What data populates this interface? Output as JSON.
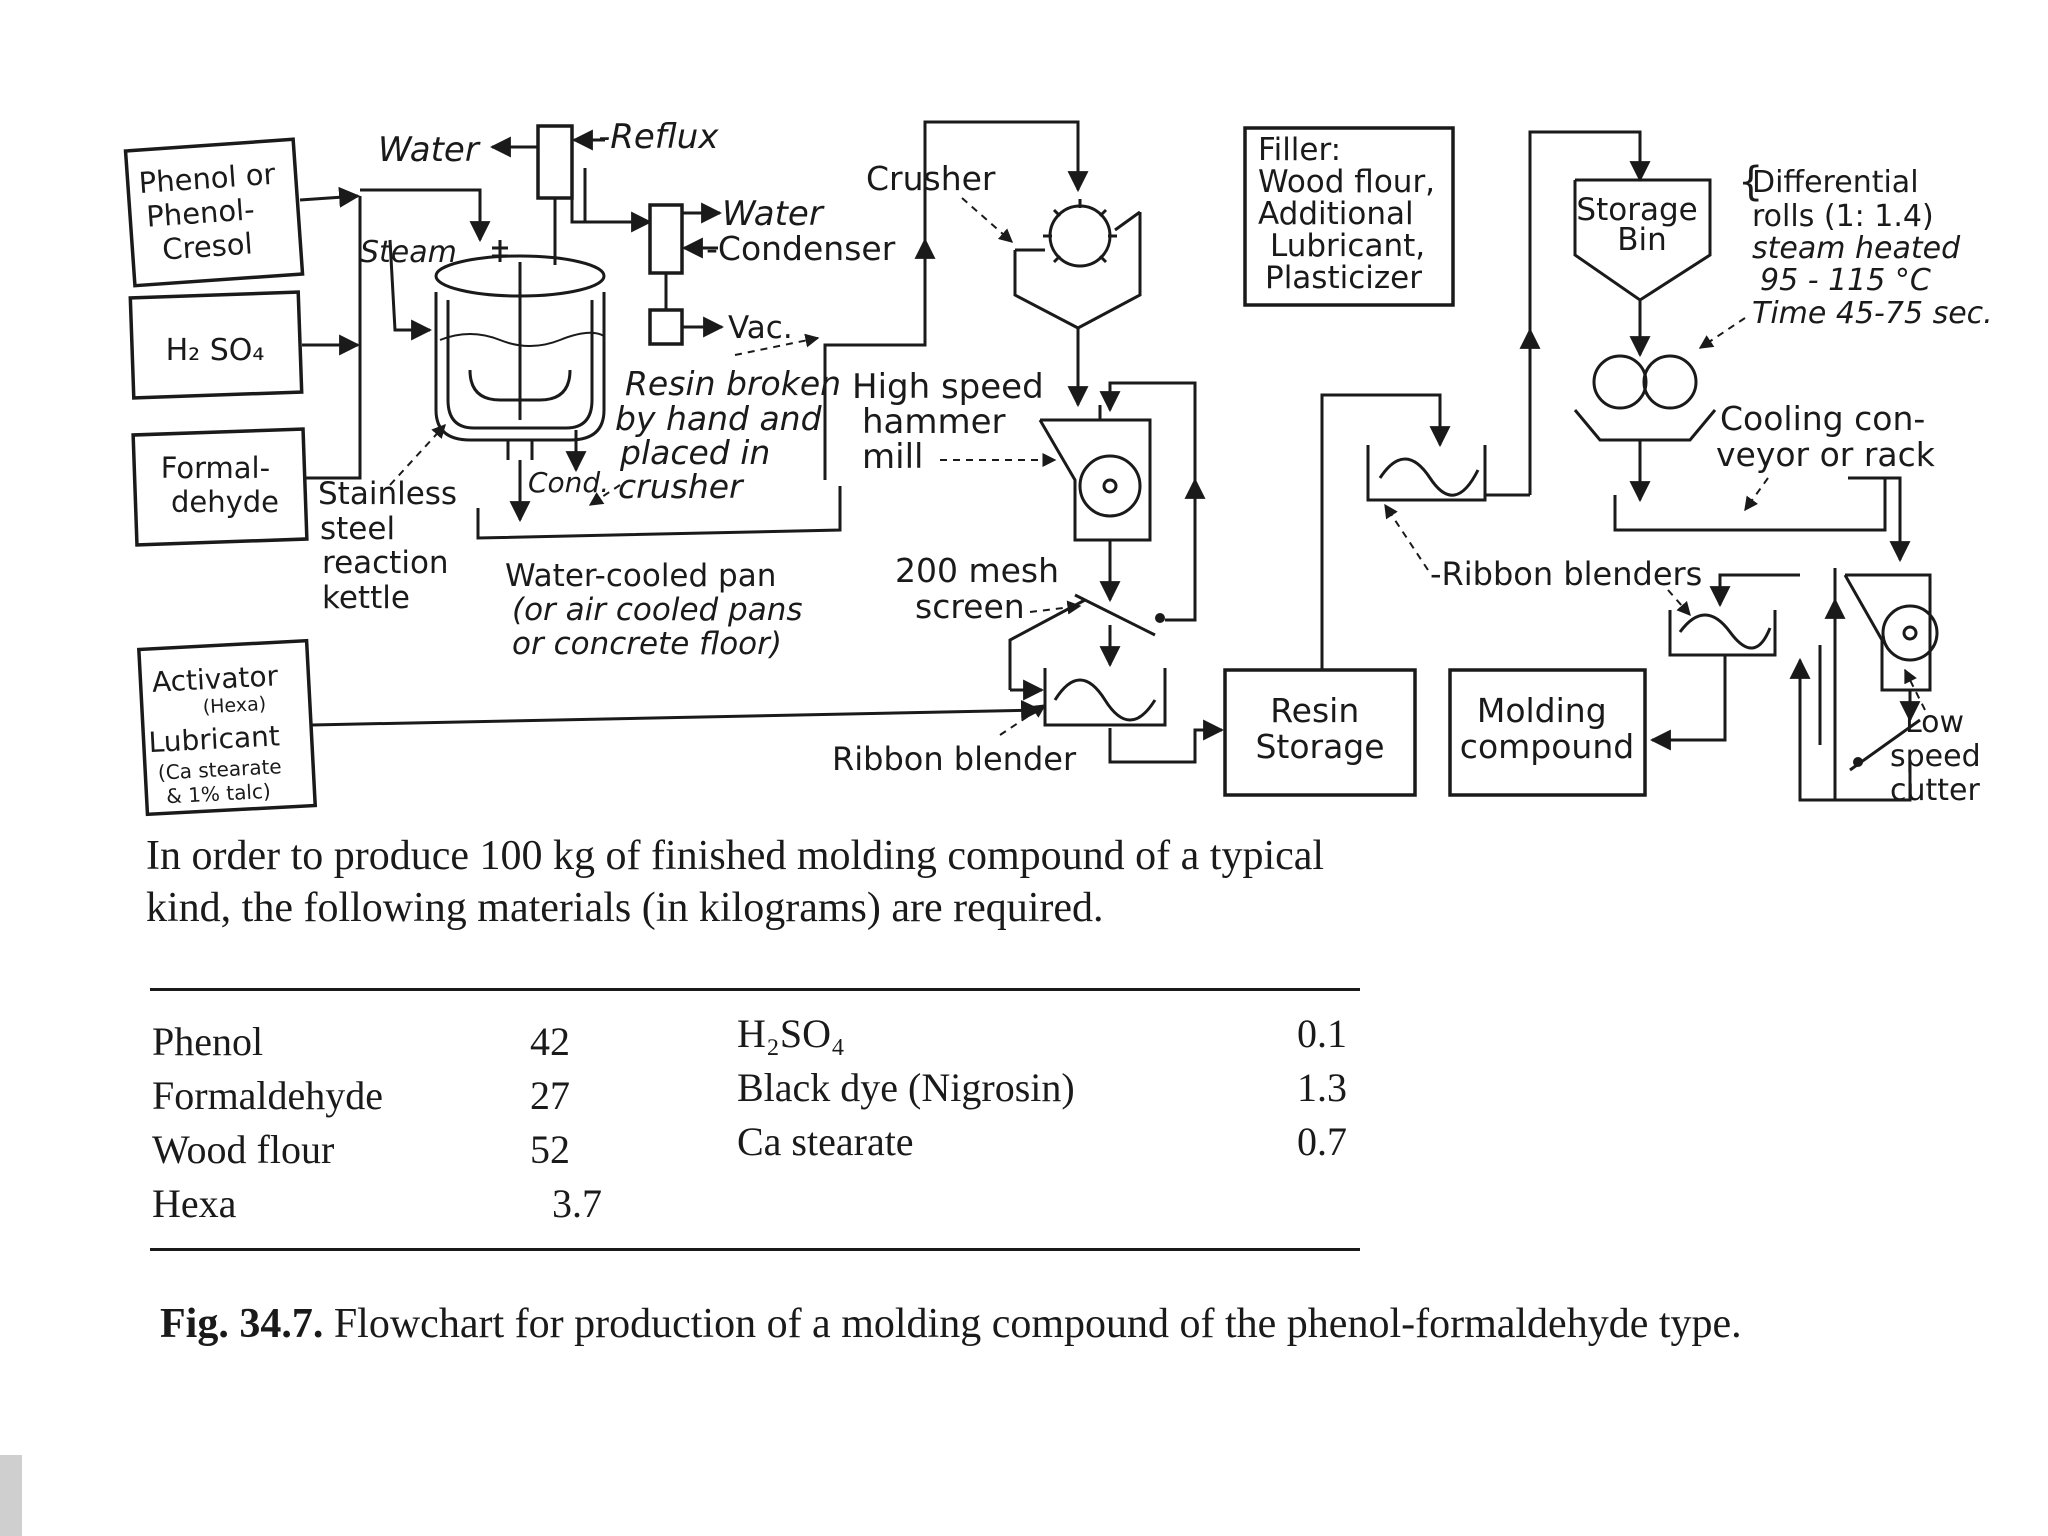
{
  "diagram": {
    "inputs": {
      "phenol": [
        "Phenol or",
        "Phenol-",
        "Cresol"
      ],
      "acid": "H₂ SO₄",
      "formaldehyde": [
        "Formal-",
        "dehyde"
      ],
      "activator": [
        "Activator",
        "(Hexa)",
        "Lubricant",
        "(Ca stearate",
        "& 1% talc)"
      ]
    },
    "labels": {
      "water_top": "Water",
      "reflux": "-Reflux",
      "water_condenser": "Water",
      "condenser": "-Condenser",
      "steam": "Steam",
      "vac": "Vac.",
      "crusher": "Crusher",
      "resin_broken": [
        "Resin broken",
        "by hand and",
        "placed in",
        "crusher"
      ],
      "cond": "Cond.",
      "kettle": [
        "Stainless",
        "steel",
        "reaction",
        "kettle"
      ],
      "pan": [
        "Water-cooled pan",
        "(or air cooled pans",
        "or concrete floor)"
      ],
      "hammer_mill": [
        "High speed",
        "hammer",
        "mill"
      ],
      "mesh": [
        "200 mesh",
        "screen"
      ],
      "ribbon_blender": "Ribbon blender",
      "resin_storage": [
        "Resin",
        "Storage"
      ],
      "molding_compound": [
        "Molding",
        "compound"
      ],
      "filler": [
        "Filler:",
        "Wood flour,",
        "Additional",
        "Lubricant,",
        "Plasticizer"
      ],
      "storage_bin": [
        "Storage",
        "Bin"
      ],
      "rolls": [
        "Differential",
        "rolls (1: 1.4)",
        "steam heated",
        "95 - 115 °C",
        "Time 45-75 sec."
      ],
      "cooling": [
        "Cooling con-",
        "veyor or rack"
      ],
      "ribbon_blenders": "-Ribbon blenders",
      "cutter": [
        "Low",
        "speed",
        "cutter"
      ]
    }
  },
  "intro": "In order to produce 100 kg of finished molding compound of a typical kind, the following materials (in kilograms) are required.",
  "materials": [
    {
      "name": "Phenol",
      "value": "42"
    },
    {
      "name": "Formaldehyde",
      "value": "27"
    },
    {
      "name": "Wood flour",
      "value": "52"
    },
    {
      "name": "Hexa",
      "value": "3.7"
    },
    {
      "name": "H₂SO₄",
      "value": "0.1"
    },
    {
      "name": "Black dye (Nigrosin)",
      "value": "1.3"
    },
    {
      "name": "Ca stearate",
      "value": "0.7"
    }
  ],
  "caption": {
    "number": "Fig. 34.7.",
    "text": "Flowchart for production of a molding compound of the phenol-formaldehyde type."
  }
}
